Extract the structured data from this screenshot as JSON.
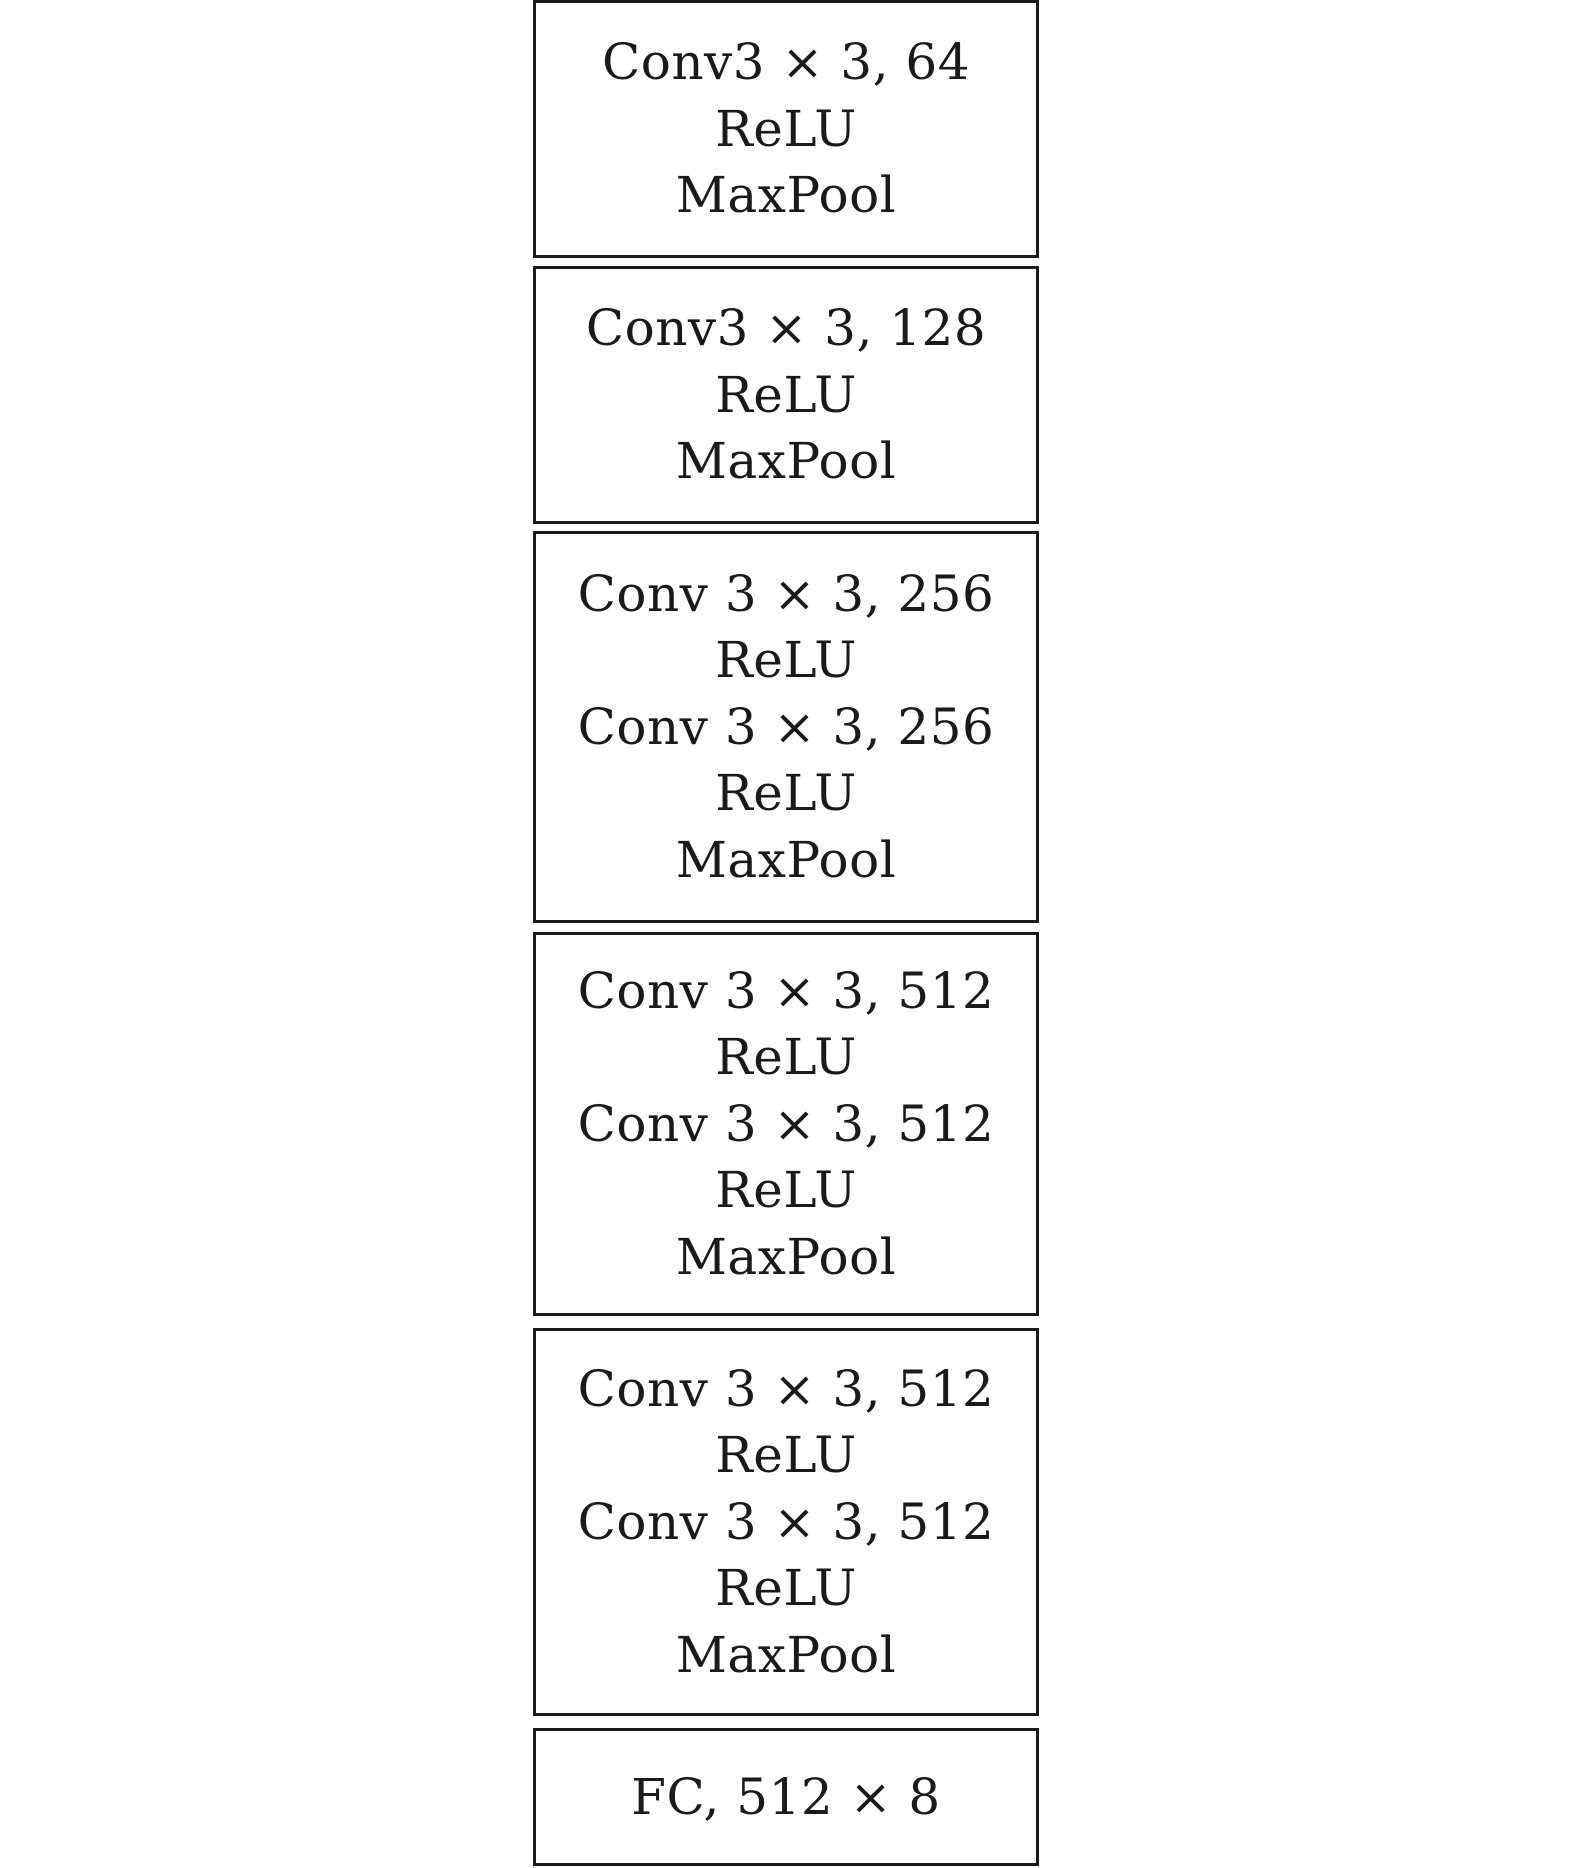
{
  "blocks": [
    {
      "lines": [
        "Conv3 × 3, 64",
        "ReLU",
        "MaxPool"
      ]
    },
    {
      "lines": [
        "Conv3 × 3, 128",
        "ReLU",
        "MaxPool"
      ]
    },
    {
      "lines": [
        "Conv 3 × 3, 256",
        "ReLU",
        "Conv 3 × 3, 256",
        "ReLU",
        "MaxPool"
      ]
    },
    {
      "lines": [
        "Conv 3 × 3, 512",
        "ReLU",
        "Conv 3 × 3, 512",
        "ReLU",
        "MaxPool"
      ]
    },
    {
      "lines": [
        "Conv 3 × 3, 512",
        "ReLU",
        "Conv 3 × 3, 512",
        "ReLU",
        "MaxPool"
      ]
    },
    {
      "lines": [
        "FC, 512 × 8"
      ]
    }
  ]
}
